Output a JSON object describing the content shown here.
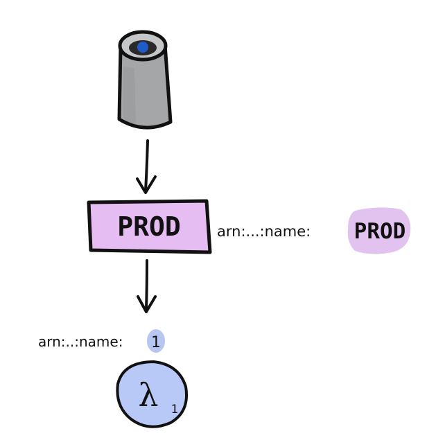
{
  "diagram": {
    "stage": {
      "label": "PROD",
      "arn_label": "arn:...:name:",
      "arn_value": "PROD",
      "fill_color": "#e6bdf3",
      "highlight_color": "#e2c3f0"
    },
    "function": {
      "arn_label": "arn:..:name:",
      "arn_value": "1",
      "version_label": "1",
      "fill_color": "#b8c8f7",
      "highlight_color": "#b7c7f2"
    },
    "icons": {
      "source": "gateway-cylinder-icon",
      "function": "lambda-icon"
    },
    "colors": {
      "cylinder_body": "#a4a6a8",
      "cylinder_top": "#c5c6c8",
      "cylinder_dot": "#1f5bc9",
      "ink": "#111111"
    }
  }
}
